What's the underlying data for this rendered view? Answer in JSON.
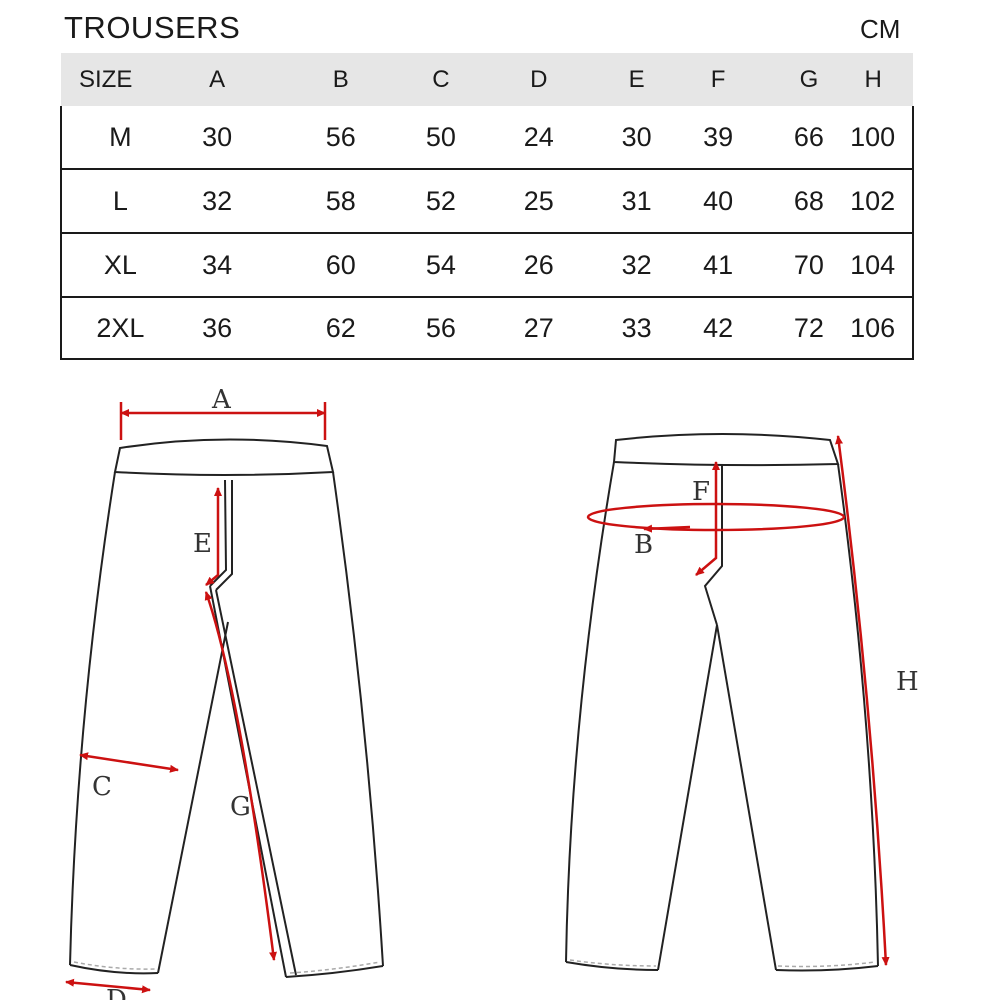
{
  "header": {
    "title": "TROUSERS",
    "unit": "CM"
  },
  "table": {
    "columns": [
      "SIZE",
      "A",
      "B",
      "C",
      "D",
      "E",
      "F",
      "G",
      "H"
    ],
    "rows": [
      [
        "M",
        "30",
        "56",
        "50",
        "24",
        "30",
        "39",
        "66",
        "100"
      ],
      [
        "L",
        "32",
        "58",
        "52",
        "25",
        "31",
        "40",
        "68",
        "102"
      ],
      [
        "XL",
        "34",
        "60",
        "54",
        "26",
        "32",
        "41",
        "70",
        "104"
      ],
      [
        "2XL",
        "36",
        "62",
        "56",
        "27",
        "33",
        "42",
        "72",
        "106"
      ]
    ]
  },
  "diagram": {
    "labels": {
      "a": "A",
      "b": "B",
      "c": "C",
      "d": "D",
      "e": "E",
      "f": "F",
      "g": "G",
      "h": "H"
    },
    "colors": {
      "arrow": "#cc1111",
      "outline": "#222222",
      "header_bg": "#e6e6e6"
    }
  }
}
